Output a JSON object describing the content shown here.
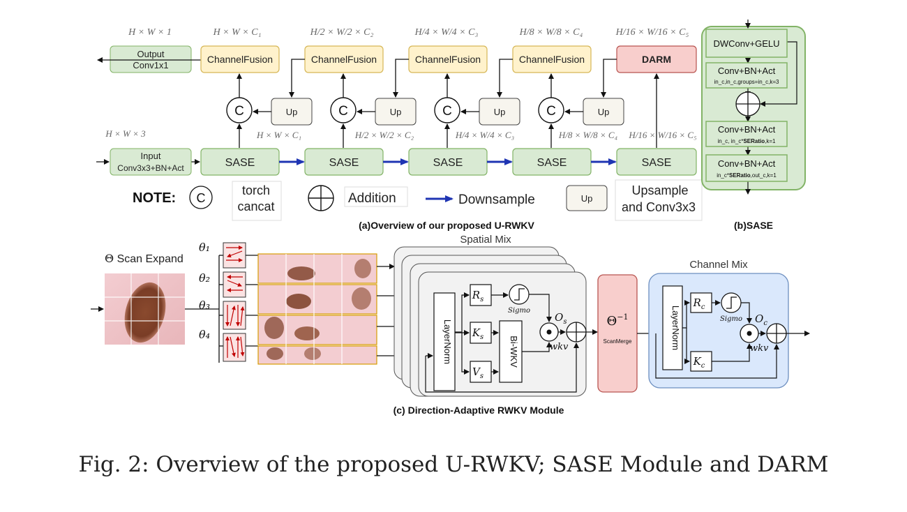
{
  "dims": {
    "d0": "H × W × 1",
    "d1": "H × W × C₁",
    "d2": "H/2 × W/2 × C₂",
    "d3": "H/4 × W/4 × C₃",
    "d4": "H/8 × W/8 × C₄",
    "d5": "H/16 × W/16 × C₅",
    "in": "H × W × 3",
    "s1": "H × W × C₁",
    "s2": "H/2 × W/2 × C₂",
    "s3": "H/4 × W/4 × C₃",
    "s4": "H/8 × W/8 × C₄",
    "s5": "H/16 × W/16 × C₅"
  },
  "top": {
    "output_line1": "Output",
    "output_line2": "Conv1x1",
    "input_line1": "Input",
    "input_line2": "Conv3x3+BN+Act",
    "channel_fusion": "ChannelFusion",
    "darm": "DARM",
    "sase": "SASE",
    "up": "Up",
    "concat_symbol": "C"
  },
  "note": {
    "label": "NOTE:",
    "concat_line1": "torch",
    "concat_line2": "cancat",
    "addition": "Addition",
    "downsample": "Downsample",
    "up": "Up",
    "upsample_line1": "Upsample",
    "upsample_line2": "and Conv3x3"
  },
  "sase_panel": {
    "b1": "DWConv+GELU",
    "b2": "Conv+BN+Act",
    "b2_sub": "in_c,in_c,groups=in_c,k=3",
    "b3": "Conv+BN+Act",
    "b3_sub_pre": "in_c, in_c*",
    "b3_sub_bold": "SERatio",
    "b3_sub_post": ",k=1",
    "b4": "Conv+BN+Act",
    "b4_sub_pre": "in_c*",
    "b4_sub_bold": "SERatio",
    "b4_sub_post": ",out_c,k=1"
  },
  "subcaptions": {
    "a": "(a)Overview of our proposed U-RWKV",
    "b": "(b)SASE",
    "c": "(c) Direction-Adaptive RWKV Module"
  },
  "bottom": {
    "scan_expand": "Scan Expand",
    "theta": "Θ",
    "theta1": "θ₁",
    "theta2": "θ₂",
    "theta3": "θ₃",
    "theta4": "θ₄",
    "spatial_mix": "Spatial Mix",
    "channel_mix": "Channel Mix",
    "layernorm": "LayerNorm",
    "rs": "R",
    "rs_sub": "s",
    "ks": "K",
    "ks_sub": "s",
    "vs": "V",
    "vs_sub": "s",
    "os": "O",
    "os_sub": "s",
    "biwkv": "Bi-WKV",
    "sigmo": "Sigmo",
    "wkv": "wkv",
    "theta_inv": "Θ",
    "theta_inv_sup": "−1",
    "scanmerge": "ScanMerge",
    "rc": "R",
    "rc_sub": "c",
    "kc": "K",
    "kc_sub": "c",
    "oc": "O",
    "oc_sub": "c"
  },
  "caption": "Fig. 2: Overview of the proposed U-RWKV; SASE Module and DARM",
  "colors": {
    "green_fill": "#d9ead3",
    "green_stroke": "#82b366",
    "yellow_fill": "#fff2cc",
    "yellow_stroke": "#d6b656",
    "red_fill": "#f8cecc",
    "red_stroke": "#b85450",
    "blue_fill": "#dae8fc",
    "blue_stroke": "#6c8ebf",
    "downsample_arrow": "#1f35b3",
    "tile_border": "#d79b00"
  }
}
